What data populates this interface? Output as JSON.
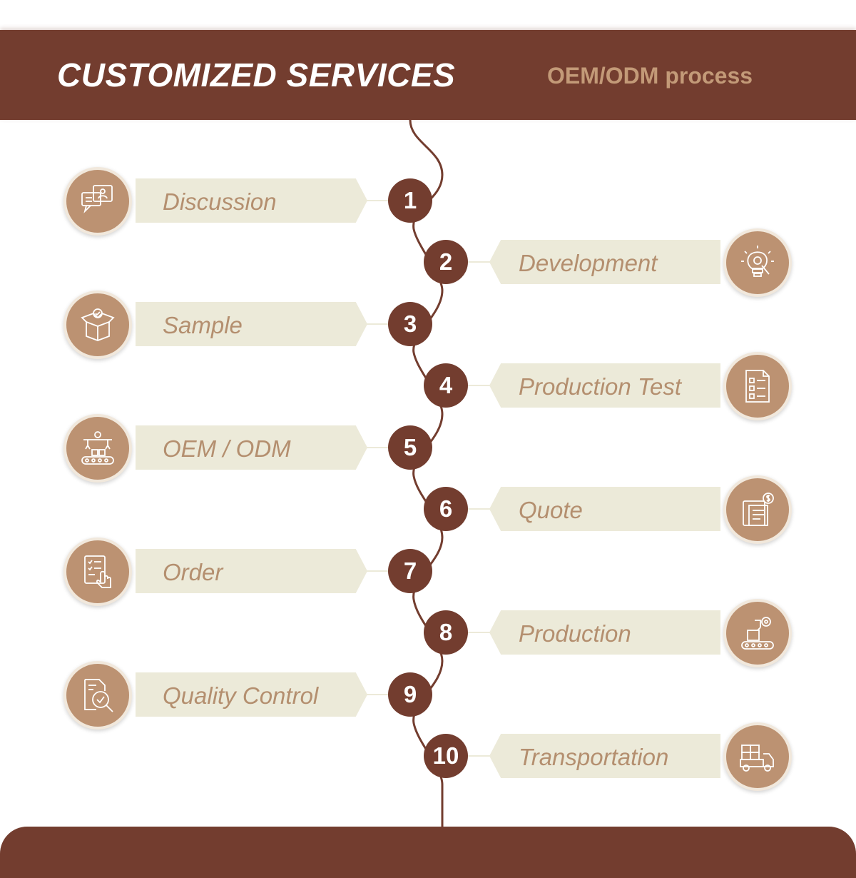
{
  "header": {
    "title": "CUSTOMIZED SERVICES",
    "subtitle": "OEM/ODM process"
  },
  "steps": [
    {
      "number": "1",
      "label": "Discussion",
      "side": "left",
      "icon": "discussion-icon"
    },
    {
      "number": "2",
      "label": "Development",
      "side": "right",
      "icon": "lightbulb-gear-icon"
    },
    {
      "number": "3",
      "label": "Sample",
      "side": "left",
      "icon": "box-check-icon"
    },
    {
      "number": "4",
      "label": "Production Test",
      "side": "right",
      "icon": "checklist-icon"
    },
    {
      "number": "5",
      "label": "OEM / ODM",
      "side": "left",
      "icon": "conveyor-robot-icon"
    },
    {
      "number": "6",
      "label": "Quote",
      "side": "right",
      "icon": "invoice-icon"
    },
    {
      "number": "7",
      "label": "Order",
      "side": "left",
      "icon": "order-list-icon"
    },
    {
      "number": "8",
      "label": "Production",
      "side": "right",
      "icon": "production-line-icon"
    },
    {
      "number": "9",
      "label": "Quality Control",
      "side": "left",
      "icon": "quality-search-icon"
    },
    {
      "number": "10",
      "label": "Transportation",
      "side": "right",
      "icon": "truck-icon"
    }
  ],
  "colors": {
    "brand_brown": "#733d2f",
    "icon_tan": "#bc9272",
    "banner_cream": "#ecead9",
    "label_tan": "#b48f6f",
    "subtitle_tan": "#c39a78"
  }
}
